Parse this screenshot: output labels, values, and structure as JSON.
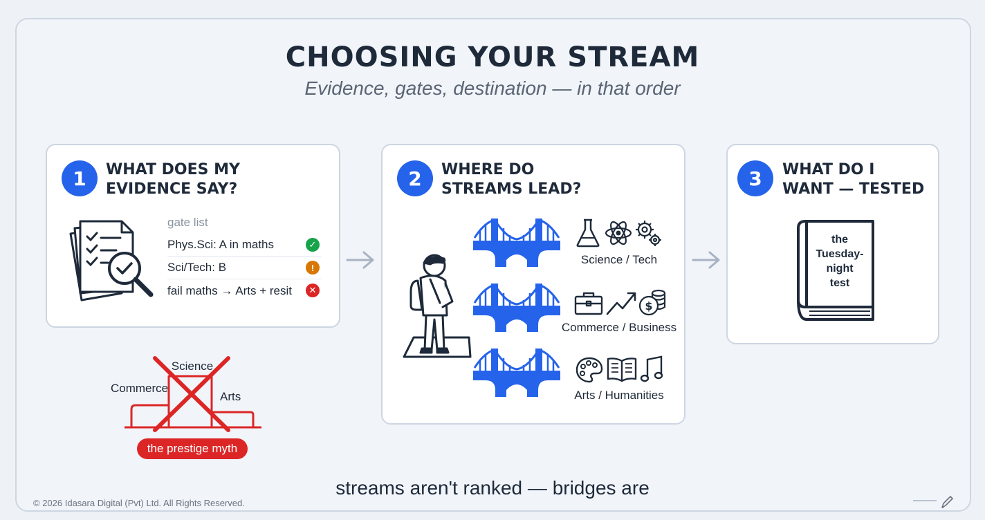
{
  "header": {
    "title": "CHOOSING YOUR STREAM",
    "subtitle": "Evidence, gates, destination — in that order"
  },
  "steps": [
    {
      "number": "1",
      "heading_line1": "WHAT DOES MY",
      "heading_line2": "EVIDENCE SAY?"
    },
    {
      "number": "2",
      "heading_line1": "WHERE DO",
      "heading_line2": "STREAMS LEAD?"
    },
    {
      "number": "3",
      "heading_line1": "WHAT DO I",
      "heading_line2": "WANT — TESTED"
    }
  ],
  "gate_list": {
    "title": "gate list",
    "items": [
      {
        "text": "Phys.Sci: A in maths",
        "status": "pass",
        "symbol": "✓",
        "color": "#16a34a"
      },
      {
        "text": "Sci/Tech: B",
        "status": "warning",
        "symbol": "!",
        "color": "#d97706"
      },
      {
        "text": "fail maths → Arts + resit",
        "status": "fail",
        "symbol": "✕",
        "color": "#dc2626"
      }
    ]
  },
  "streams": [
    {
      "label": "Science / Tech",
      "icons": [
        "flask-icon",
        "atom-icon",
        "gears-icon"
      ]
    },
    {
      "label": "Commerce / Business",
      "icons": [
        "briefcase-icon",
        "trend-up-icon",
        "coins-icon"
      ]
    },
    {
      "label": "Arts / Humanities",
      "icons": [
        "palette-icon",
        "book-open-icon",
        "music-note-icon"
      ]
    }
  ],
  "myth": {
    "podium_labels": {
      "left": "Commerce",
      "center": "Science",
      "right": "Arts"
    },
    "pill": "the prestige myth"
  },
  "book": {
    "line1": "the",
    "line2": "Tuesday-",
    "line3": "night",
    "line4": "test"
  },
  "tagline": "streams aren't ranked — bridges are",
  "footer": {
    "copyright": "© 2026 Idasara Digital (Pvt) Ltd. All Rights Reserved."
  },
  "colors": {
    "accent": "#2563eb",
    "danger": "#dc2626",
    "ink": "#1e2a3a"
  }
}
